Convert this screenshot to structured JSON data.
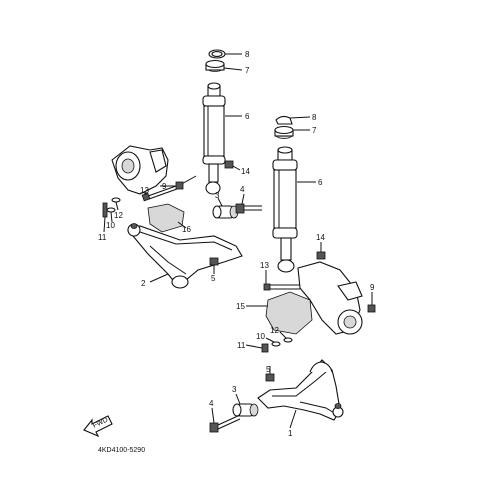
{
  "diagram": {
    "part_code": "4KD4100-5290",
    "fwd_label": "FWD",
    "callouts": {
      "l_8_r": "8",
      "l_7_r": "7",
      "l_6_r": "6",
      "l_8_l": "8",
      "l_7_l": "7",
      "l_6_l": "6",
      "l_14_a": "14",
      "l_13_a": "13",
      "l_9_a": "9",
      "l_12_a": "12",
      "l_10_a": "10",
      "l_11_a": "11",
      "l_16": "16",
      "l_3_a": "3",
      "l_4_a": "4",
      "l_2": "2",
      "l_5_a": "5",
      "l_14_b": "14",
      "l_13_b": "13",
      "l_9_b": "9",
      "l_15": "15",
      "l_12_b": "12",
      "l_10_b": "10",
      "l_11_b": "11",
      "l_5_b": "5",
      "l_3_b": "3",
      "l_4_b": "4",
      "l_1": "1"
    }
  }
}
